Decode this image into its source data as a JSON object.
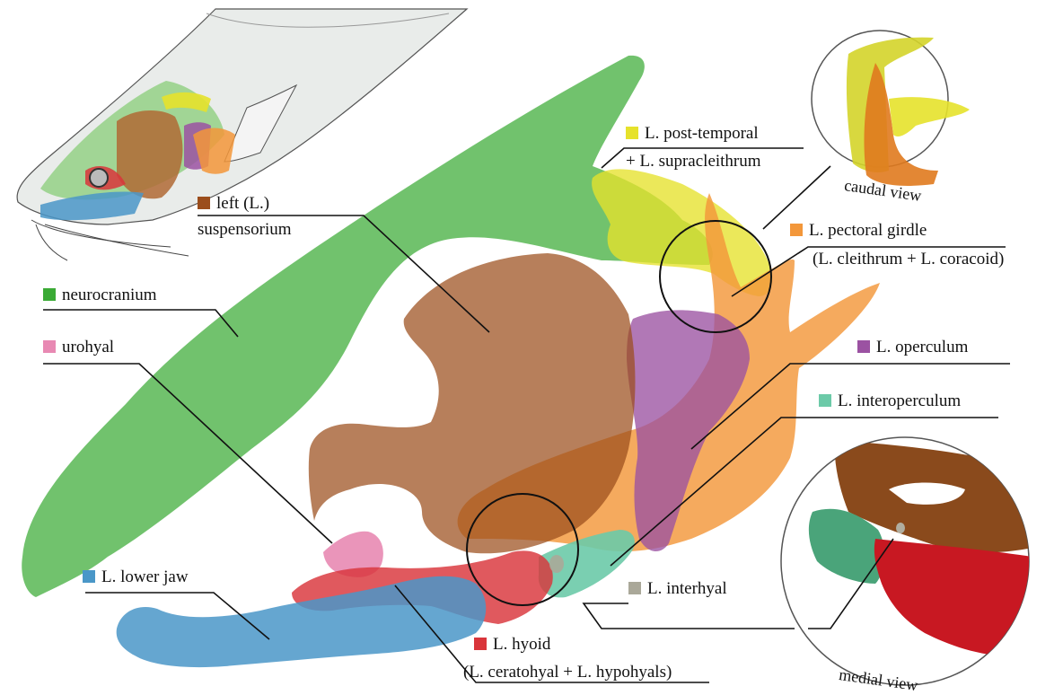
{
  "legend": [
    {
      "key": "suspensorium",
      "line1": "left (L.)",
      "line2": "suspensorium",
      "color": "#9b4d1c"
    },
    {
      "key": "neurocranium",
      "line1": "neurocranium",
      "color": "#3aaa35"
    },
    {
      "key": "urohyal",
      "line1": "urohyal",
      "color": "#e889b3"
    },
    {
      "key": "lower_jaw",
      "line1": "L. lower jaw",
      "color": "#4a97c8"
    },
    {
      "key": "hyoid",
      "line1": "L. hyoid",
      "line2": "(L. ceratohyal + L. hypohyals)",
      "color": "#d9353b"
    },
    {
      "key": "posttemporal",
      "line1": "L. post-temporal",
      "line2": "+ L. supracleithrum",
      "color": "#e6e22b"
    },
    {
      "key": "pectoral",
      "line1": "L. pectoral girdle",
      "line2": "(L. cleithrum + L. coracoid)",
      "color": "#f3973a"
    },
    {
      "key": "operculum",
      "line1": "L. operculum",
      "color": "#9b52a2"
    },
    {
      "key": "interoperculum",
      "line1": "L. interoperculum",
      "color": "#6ccaa8"
    },
    {
      "key": "interhyal",
      "line1": "L. interhyal",
      "color": "#aaa899"
    }
  ],
  "views": {
    "caudal": "caudal view",
    "medial": "medial view"
  }
}
